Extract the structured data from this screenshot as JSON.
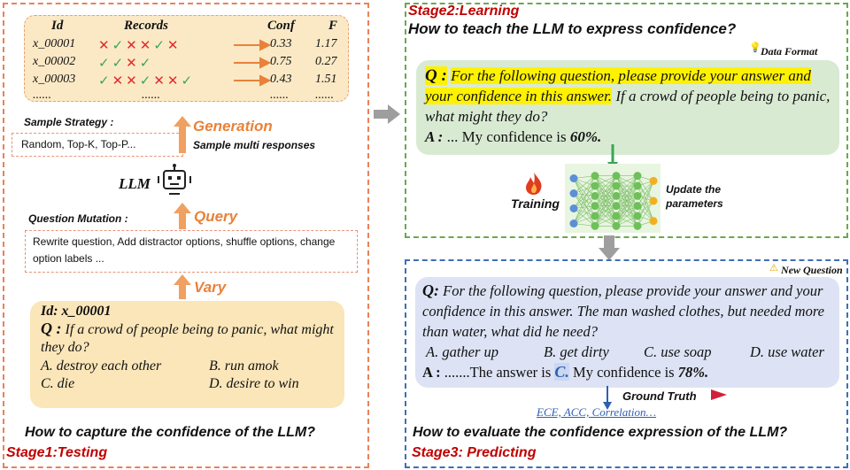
{
  "stage1": {
    "table": {
      "headers": [
        "Id",
        "Records",
        "Conf",
        "F"
      ],
      "rows": [
        {
          "id": "x_00001",
          "records": [
            "x",
            "v",
            "x",
            "x",
            "v",
            "x"
          ],
          "conf": "0.33",
          "f": "1.17"
        },
        {
          "id": "x_00002",
          "records": [
            "v",
            "v",
            "x",
            "v"
          ],
          "conf": "0.75",
          "f": "0.27"
        },
        {
          "id": "x_00003",
          "records": [
            "v",
            "x",
            "x",
            "v",
            "x",
            "x",
            "v"
          ],
          "conf": "0.43",
          "f": "1.51"
        }
      ],
      "ellipsis": "......"
    },
    "sample_strategy_label": "Sample Strategy :",
    "sample_strategy_text": "Random, Top-K, Top-P...",
    "generation_label": "Generation",
    "sample_multi_label": "Sample multi responses",
    "llm_label": "LLM",
    "question_mutation_label": "Question Mutation :",
    "query_label": "Query",
    "mutation_text": "Rewrite question, Add distractor options, shuffle options, change option labels ...",
    "vary_label": "Vary",
    "sample": {
      "id": "Id: x_00001",
      "q_prefix": "Q :",
      "q_text": "If a crowd of people being to panic, what might they do?",
      "opt_a": "A. destroy each other",
      "opt_b": "B. run amok",
      "opt_c": "C. die",
      "opt_d": "D. desire to win"
    },
    "question": "How to capture the confidence of the LLM?",
    "title": "Stage1:Testing"
  },
  "stage2": {
    "title": "Stage2:Learning",
    "question": "How to teach the LLM to express confidence?",
    "data_format_label": "Data Format",
    "q_prefix": "Q :",
    "q_highlight": "For the following question, please provide your answer and your confidence in this answer.",
    "q_rest": "If a crowd of people being to panic, what might they do?",
    "a_prefix": "A :",
    "a_text": "... My confidence is",
    "a_value": "60%.",
    "training_label": "Training",
    "update_label": "Update the parameters"
  },
  "stage3": {
    "new_question_label": "New Question",
    "q_prefix": "Q:",
    "q_text": "For the following question, please provide your answer and your confidence in this answer. The man washed clothes, but needed more than water, what did he need?",
    "opt_a": "A. gather up",
    "opt_b": "B. get dirty",
    "opt_c": "C. use soap",
    "opt_d": "D. use water",
    "a_prefix": "A :",
    "a_text1": ".......The answer is",
    "a_choice": "C.",
    "a_text2": "My confidence is",
    "a_value": "78%.",
    "ground_truth_label": "Ground Truth",
    "metrics": "ECE, ACC, Correlation…",
    "question": "How to evaluate the confidence expression of the LLM?",
    "title": "Stage3: Predicting"
  },
  "colors": {
    "orange_border": "#e8825a",
    "green_border": "#6aa84f",
    "blue_border": "#3f6fb5",
    "stage_title": "#c00000",
    "highlight": "#fff200"
  }
}
